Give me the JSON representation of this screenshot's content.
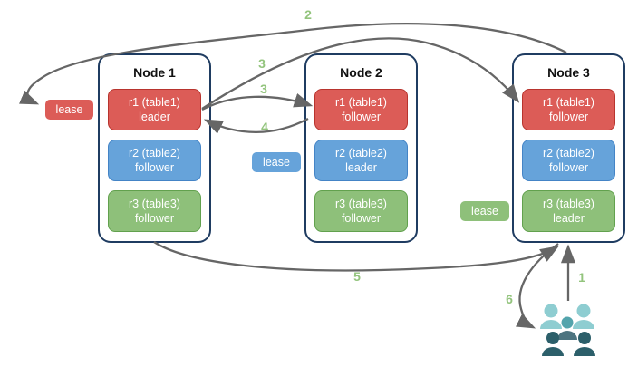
{
  "nodes": [
    {
      "title": "Node 1",
      "replicas": [
        {
          "name": "r1 (table1)",
          "role": "leader",
          "variant": "red"
        },
        {
          "name": "r2 (table2)",
          "role": "follower",
          "variant": "blue"
        },
        {
          "name": "r3 (table3)",
          "role": "follower",
          "variant": "green"
        }
      ]
    },
    {
      "title": "Node 2",
      "replicas": [
        {
          "name": "r1 (table1)",
          "role": "follower",
          "variant": "red"
        },
        {
          "name": "r2 (table2)",
          "role": "leader",
          "variant": "blue"
        },
        {
          "name": "r3 (table3)",
          "role": "follower",
          "variant": "green"
        }
      ]
    },
    {
      "title": "Node 3",
      "replicas": [
        {
          "name": "r1 (table1)",
          "role": "follower",
          "variant": "red"
        },
        {
          "name": "r2 (table2)",
          "role": "follower",
          "variant": "blue"
        },
        {
          "name": "r3 (table3)",
          "role": "leader",
          "variant": "green"
        }
      ]
    }
  ],
  "leases": [
    {
      "label": "lease",
      "variant": "red"
    },
    {
      "label": "lease",
      "variant": "blue"
    },
    {
      "label": "lease",
      "variant": "green"
    }
  ],
  "steps": [
    {
      "n": "1"
    },
    {
      "n": "2"
    },
    {
      "n": "3"
    },
    {
      "n": "3"
    },
    {
      "n": "4"
    },
    {
      "n": "5"
    },
    {
      "n": "6"
    }
  ],
  "icons": {
    "users": "users-group-icon"
  },
  "colors": {
    "replica_red_fill": "#dc5c57",
    "replica_red_border": "#b8342e",
    "replica_blue_fill": "#66a3da",
    "replica_blue_border": "#4484c6",
    "replica_green_fill": "#8ec07a",
    "replica_green_border": "#62a14e",
    "node_border": "#1f3c61",
    "arrow": "#666666",
    "step_label": "#93c47d",
    "users_light_teal": "#8ecdd1",
    "users_teal": "#53a4ac",
    "users_slate": "#4d7480",
    "users_dark": "#2c5f6a"
  }
}
